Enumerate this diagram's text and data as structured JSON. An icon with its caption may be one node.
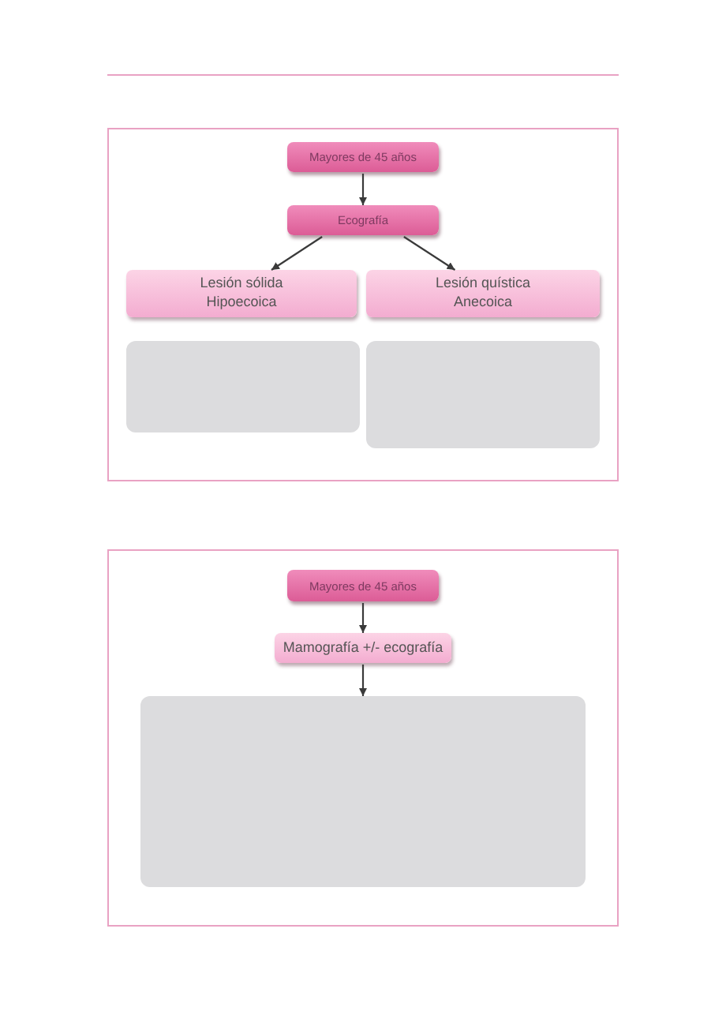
{
  "diagram": {
    "nodes": [
      {
        "text": [],
        "shape": "box"
      },
      {
        "text": [
          "Mayores de 45 años"
        ],
        "in": 0
      },
      {
        "text": [
          "Ecografía"
        ],
        "in": 0
      },
      {
        "text": [
          "Lesión sólida",
          "Hipoecoica"
        ],
        "in": 0
      },
      {
        "text": [
          "Lesión quística",
          "Anecoica"
        ],
        "in": 0
      },
      {
        "text": [],
        "shape": "box",
        "in": 0
      },
      {
        "text": [],
        "shape": "box",
        "in": 0
      },
      {
        "text": [],
        "shape": "box"
      },
      {
        "text": [
          "Mayores de 45 años"
        ],
        "in": 7
      },
      {
        "text": [
          "Mamografía +/- ecografía"
        ],
        "in": 7
      },
      {
        "text": [],
        "shape": "box",
        "in": 7
      }
    ],
    "edges": [
      {
        "from": 1,
        "to": 2,
        "arrow": "to"
      },
      {
        "from": 2,
        "to": 3,
        "arrow": "to"
      },
      {
        "from": 2,
        "to": 4,
        "arrow": "to"
      },
      {
        "from": 8,
        "to": 9,
        "arrow": "to"
      },
      {
        "from": 9,
        "to": 10,
        "arrow": "to"
      }
    ]
  }
}
